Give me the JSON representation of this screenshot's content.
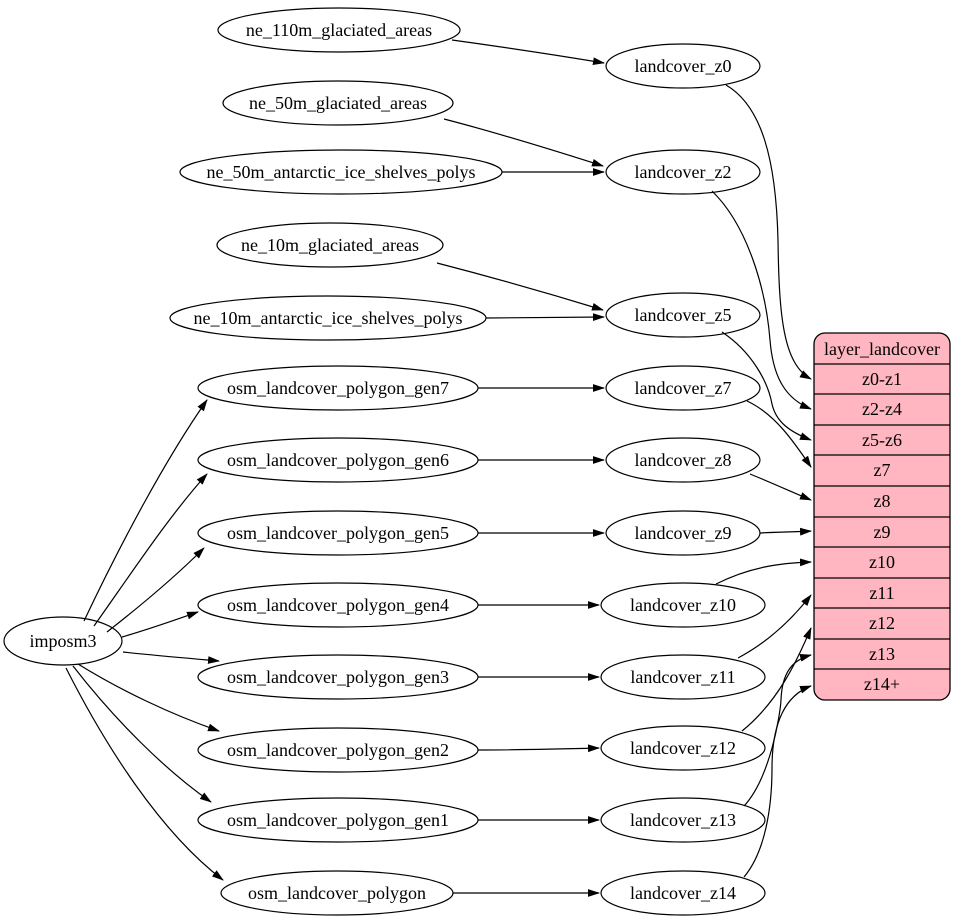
{
  "colors": {
    "background": "#ffffff",
    "node_fill": "#ffffff",
    "stroke": "#000000",
    "table_fill": "#ffb6c1"
  },
  "nodes": {
    "importer": "imposm3",
    "sources": [
      "ne_110m_glaciated_areas",
      "ne_50m_glaciated_areas",
      "ne_50m_antarctic_ice_shelves_polys",
      "ne_10m_glaciated_areas",
      "ne_10m_antarctic_ice_shelves_polys",
      "osm_landcover_polygon_gen7",
      "osm_landcover_polygon_gen6",
      "osm_landcover_polygon_gen5",
      "osm_landcover_polygon_gen4",
      "osm_landcover_polygon_gen3",
      "osm_landcover_polygon_gen2",
      "osm_landcover_polygon_gen1",
      "osm_landcover_polygon"
    ],
    "layers": [
      "landcover_z0",
      "landcover_z2",
      "landcover_z5",
      "landcover_z7",
      "landcover_z8",
      "landcover_z9",
      "landcover_z10",
      "landcover_z11",
      "landcover_z12",
      "landcover_z13",
      "landcover_z14"
    ]
  },
  "table": {
    "title": "layer_landcover",
    "rows": [
      "z0-z1",
      "z2-z4",
      "z5-z6",
      "z7",
      "z8",
      "z9",
      "z10",
      "z11",
      "z12",
      "z13",
      "z14+"
    ]
  },
  "edges": [
    {
      "from": "ne_110m_glaciated_areas",
      "to": "landcover_z0"
    },
    {
      "from": "ne_50m_glaciated_areas",
      "to": "landcover_z2"
    },
    {
      "from": "ne_50m_antarctic_ice_shelves_polys",
      "to": "landcover_z2"
    },
    {
      "from": "ne_10m_glaciated_areas",
      "to": "landcover_z5"
    },
    {
      "from": "ne_10m_antarctic_ice_shelves_polys",
      "to": "landcover_z5"
    },
    {
      "from": "osm_landcover_polygon_gen7",
      "to": "landcover_z7"
    },
    {
      "from": "osm_landcover_polygon_gen6",
      "to": "landcover_z8"
    },
    {
      "from": "osm_landcover_polygon_gen5",
      "to": "landcover_z9"
    },
    {
      "from": "osm_landcover_polygon_gen4",
      "to": "landcover_z10"
    },
    {
      "from": "osm_landcover_polygon_gen3",
      "to": "landcover_z11"
    },
    {
      "from": "osm_landcover_polygon_gen2",
      "to": "landcover_z12"
    },
    {
      "from": "osm_landcover_polygon_gen1",
      "to": "landcover_z13"
    },
    {
      "from": "osm_landcover_polygon",
      "to": "landcover_z14"
    },
    {
      "from": "imposm3",
      "to": "osm_landcover_polygon_gen7"
    },
    {
      "from": "imposm3",
      "to": "osm_landcover_polygon_gen6"
    },
    {
      "from": "imposm3",
      "to": "osm_landcover_polygon_gen5"
    },
    {
      "from": "imposm3",
      "to": "osm_landcover_polygon_gen4"
    },
    {
      "from": "imposm3",
      "to": "osm_landcover_polygon_gen3"
    },
    {
      "from": "imposm3",
      "to": "osm_landcover_polygon_gen2"
    },
    {
      "from": "imposm3",
      "to": "osm_landcover_polygon_gen1"
    },
    {
      "from": "imposm3",
      "to": "osm_landcover_polygon"
    },
    {
      "from": "landcover_z0",
      "to": "layer_landcover:z0-z1"
    },
    {
      "from": "landcover_z2",
      "to": "layer_landcover:z2-z4"
    },
    {
      "from": "landcover_z5",
      "to": "layer_landcover:z5-z6"
    },
    {
      "from": "landcover_z7",
      "to": "layer_landcover:z7"
    },
    {
      "from": "landcover_z8",
      "to": "layer_landcover:z8"
    },
    {
      "from": "landcover_z9",
      "to": "layer_landcover:z9"
    },
    {
      "from": "landcover_z10",
      "to": "layer_landcover:z10"
    },
    {
      "from": "landcover_z11",
      "to": "layer_landcover:z11"
    },
    {
      "from": "landcover_z12",
      "to": "layer_landcover:z12"
    },
    {
      "from": "landcover_z13",
      "to": "layer_landcover:z13"
    },
    {
      "from": "landcover_z14",
      "to": "layer_landcover:z14+"
    }
  ]
}
